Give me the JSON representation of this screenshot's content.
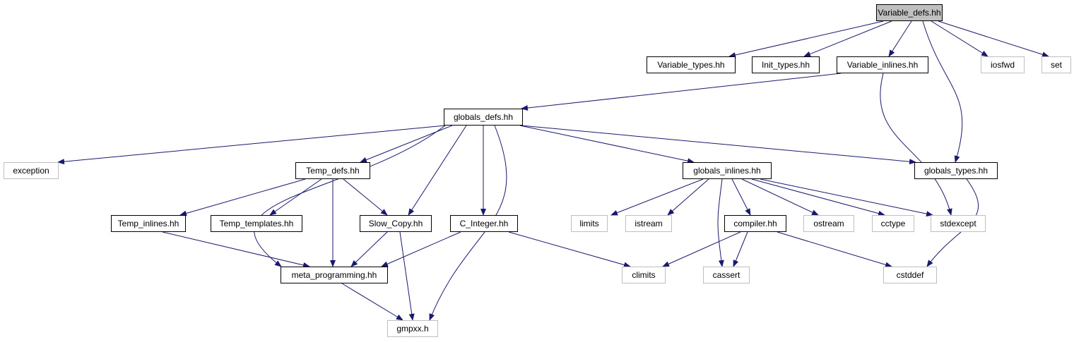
{
  "colors": {
    "edge": "#191970",
    "header_border": "#000000",
    "system_border": "#bfbfbf",
    "root_fill": "#bfbfbf"
  },
  "nodes": [
    {
      "id": "variable_defs",
      "label": "Variable_defs.hh",
      "kind": "root"
    },
    {
      "id": "variable_types",
      "label": "Variable_types.hh",
      "kind": "header"
    },
    {
      "id": "init_types",
      "label": "Init_types.hh",
      "kind": "header"
    },
    {
      "id": "variable_inlines",
      "label": "Variable_inlines.hh",
      "kind": "header"
    },
    {
      "id": "iosfwd",
      "label": "iosfwd",
      "kind": "system"
    },
    {
      "id": "set",
      "label": "set",
      "kind": "system"
    },
    {
      "id": "globals_defs",
      "label": "globals_defs.hh",
      "kind": "header"
    },
    {
      "id": "exception",
      "label": "exception",
      "kind": "system"
    },
    {
      "id": "temp_defs",
      "label": "Temp_defs.hh",
      "kind": "header"
    },
    {
      "id": "globals_inlines",
      "label": "globals_inlines.hh",
      "kind": "header"
    },
    {
      "id": "globals_types",
      "label": "globals_types.hh",
      "kind": "header"
    },
    {
      "id": "temp_inlines",
      "label": "Temp_inlines.hh",
      "kind": "header"
    },
    {
      "id": "temp_templates",
      "label": "Temp_templates.hh",
      "kind": "header"
    },
    {
      "id": "slow_copy",
      "label": "Slow_Copy.hh",
      "kind": "header"
    },
    {
      "id": "c_integer",
      "label": "C_Integer.hh",
      "kind": "header"
    },
    {
      "id": "limits",
      "label": "limits",
      "kind": "system"
    },
    {
      "id": "istream",
      "label": "istream",
      "kind": "system"
    },
    {
      "id": "compiler",
      "label": "compiler.hh",
      "kind": "header"
    },
    {
      "id": "ostream",
      "label": "ostream",
      "kind": "system"
    },
    {
      "id": "cctype",
      "label": "cctype",
      "kind": "system"
    },
    {
      "id": "stdexcept",
      "label": "stdexcept",
      "kind": "system"
    },
    {
      "id": "meta_programming",
      "label": "meta_programming.hh",
      "kind": "header"
    },
    {
      "id": "climits",
      "label": "climits",
      "kind": "system"
    },
    {
      "id": "cassert",
      "label": "cassert",
      "kind": "system"
    },
    {
      "id": "cstddef",
      "label": "cstddef",
      "kind": "system"
    },
    {
      "id": "gmpxx",
      "label": "gmpxx.h",
      "kind": "system"
    }
  ],
  "edges": [
    {
      "from": "variable_defs",
      "to": "variable_types"
    },
    {
      "from": "variable_defs",
      "to": "init_types"
    },
    {
      "from": "variable_defs",
      "to": "variable_inlines"
    },
    {
      "from": "variable_defs",
      "to": "iosfwd"
    },
    {
      "from": "variable_defs",
      "to": "set"
    },
    {
      "from": "variable_defs",
      "to": "globals_types"
    },
    {
      "from": "variable_inlines",
      "to": "globals_defs"
    },
    {
      "from": "variable_inlines",
      "to": "stdexcept"
    },
    {
      "from": "globals_defs",
      "to": "exception"
    },
    {
      "from": "globals_defs",
      "to": "temp_defs"
    },
    {
      "from": "globals_defs",
      "to": "slow_copy"
    },
    {
      "from": "globals_defs",
      "to": "c_integer"
    },
    {
      "from": "globals_defs",
      "to": "meta_programming"
    },
    {
      "from": "globals_defs",
      "to": "gmpxx"
    },
    {
      "from": "globals_defs",
      "to": "globals_inlines"
    },
    {
      "from": "globals_defs",
      "to": "globals_types"
    },
    {
      "from": "temp_defs",
      "to": "temp_inlines"
    },
    {
      "from": "temp_defs",
      "to": "temp_templates"
    },
    {
      "from": "temp_defs",
      "to": "slow_copy"
    },
    {
      "from": "temp_defs",
      "to": "meta_programming"
    },
    {
      "from": "temp_inlines",
      "to": "meta_programming"
    },
    {
      "from": "slow_copy",
      "to": "meta_programming"
    },
    {
      "from": "slow_copy",
      "to": "gmpxx"
    },
    {
      "from": "c_integer",
      "to": "meta_programming"
    },
    {
      "from": "c_integer",
      "to": "climits"
    },
    {
      "from": "meta_programming",
      "to": "gmpxx"
    },
    {
      "from": "globals_inlines",
      "to": "limits"
    },
    {
      "from": "globals_inlines",
      "to": "istream"
    },
    {
      "from": "globals_inlines",
      "to": "cassert"
    },
    {
      "from": "globals_inlines",
      "to": "compiler"
    },
    {
      "from": "globals_inlines",
      "to": "ostream"
    },
    {
      "from": "globals_inlines",
      "to": "cctype"
    },
    {
      "from": "globals_inlines",
      "to": "stdexcept"
    },
    {
      "from": "compiler",
      "to": "climits"
    },
    {
      "from": "compiler",
      "to": "cassert"
    },
    {
      "from": "compiler",
      "to": "cstddef"
    },
    {
      "from": "globals_types",
      "to": "cstddef"
    }
  ]
}
